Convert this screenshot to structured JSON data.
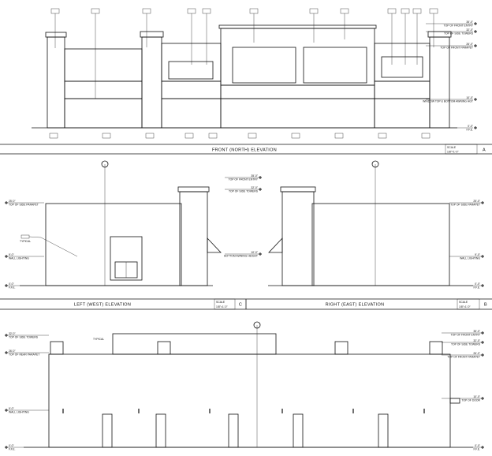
{
  "sheet": {
    "elevations": [
      {
        "id": "A",
        "title": "FRONT (NORTH) ELEVATION",
        "scale_label": "SCALE",
        "scale": "1/8\"=1'-0\""
      },
      {
        "id": "C",
        "title": "LEFT (WEST) ELEVATION",
        "scale_label": "SCALE",
        "scale": "1/8\"=1'-0\""
      },
      {
        "id": "B",
        "title": "RIGHT (EAST) ELEVATION",
        "scale_label": "SCALE",
        "scale": "1/8\"=1'-0\""
      }
    ],
    "levels_front": [
      {
        "value": "35'-0\"",
        "label": "TOP OF FRONT ENTRY"
      },
      {
        "value": "32'-0\"",
        "label": "TOP OF SIDE TOWERS"
      },
      {
        "value": "26'-0\"",
        "label": "TOP OF FRONT PARAPET"
      },
      {
        "value": "10'-0\"",
        "label": "WINDOW TOP & BOTTOM AWNING HGT"
      },
      {
        "value": "0'-0\"",
        "label": "F.F.E."
      }
    ],
    "levels_left": [
      {
        "value": "25'-0\"",
        "label": "TOP OF SIDE PARAPET"
      },
      {
        "value": "9'-0\"",
        "label": "WALL LIGHTING"
      },
      {
        "value": "0'-0\"",
        "label": "F.F.E."
      }
    ],
    "levels_mid": [
      {
        "value": "35'-0\"",
        "label": "TOP OF FRONT ENTRY"
      },
      {
        "value": "32'-0\"",
        "label": "TOP OF SIDE TOWERS"
      },
      {
        "value": "10'-0\"",
        "label": "BOTTOM AWNING HEIGHT"
      }
    ],
    "levels_right": [
      {
        "value": "25'-0\"",
        "label": "TOP OF SIDE PARAPET"
      },
      {
        "value": "9'-0\"",
        "label": "WALL LIGHTING"
      },
      {
        "value": "0'-0\"",
        "label": "F.F.E."
      }
    ],
    "levels_rear_left": [
      {
        "value": "32'-0\"",
        "label": "TOP OF SIDE TOWERS"
      },
      {
        "value": "26'-0\"",
        "label": "TOP OF REAR PARAPET"
      },
      {
        "value": "9'-0\"",
        "label": "WALL LIGHTING"
      },
      {
        "value": "0'-0\"",
        "label": "F.F.E."
      }
    ],
    "levels_rear_right": [
      {
        "value": "35'-0\"",
        "label": "TOP OF FRONT ENTRY"
      },
      {
        "value": "32'-0\"",
        "label": "TOP OF SIDE TOWERS"
      },
      {
        "value": "26'-0\"",
        "label": "TOP OF FRONT PARAPET"
      },
      {
        "value": "10'-0\"",
        "label": "TOP OF DOOR"
      },
      {
        "value": "0'-0\"",
        "label": "F.F.E."
      }
    ],
    "notes": {
      "typical": "TYPICAL"
    }
  }
}
